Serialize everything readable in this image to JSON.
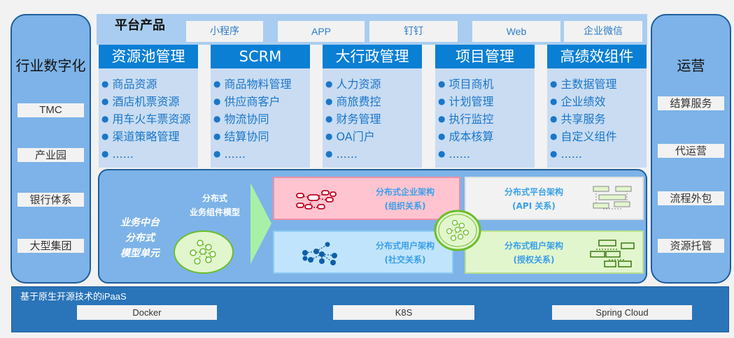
{
  "left_panel": {
    "title": "行业数字化",
    "tags": [
      "TMC",
      "产业园",
      "银行体系",
      "大型集团"
    ]
  },
  "right_panel": {
    "title": "运营",
    "tags": [
      "结算服务",
      "代运营",
      "流程外包",
      "资源托管"
    ]
  },
  "platform": {
    "title": "平台产品",
    "channels": [
      "小程序",
      "APP",
      "钉钉",
      "Web",
      "企业微信"
    ]
  },
  "columns": [
    {
      "title": "资源池管理",
      "items": [
        "商品资源",
        "酒店机票资源",
        "用车火车票资源",
        "渠道策略管理",
        "......"
      ]
    },
    {
      "title": "SCRM",
      "items": [
        "商品物料管理",
        "供应商客户",
        "物流协同",
        "结算协同",
        "......"
      ]
    },
    {
      "title": "大行政管理",
      "items": [
        "人力资源",
        "商旅费控",
        "财务管理",
        "OA门户",
        "......"
      ]
    },
    {
      "title": "项目管理",
      "items": [
        "项目商机",
        "计划管理",
        "执行监控",
        "成本核算",
        "......"
      ]
    },
    {
      "title": "高绩效组件",
      "items": [
        "主数据管理",
        "企业绩效",
        "共享服务",
        "自定义组件",
        "......"
      ]
    }
  ],
  "middle": {
    "biz_unit": [
      "业务中台",
      "分布式",
      "模型单元"
    ],
    "model_label": [
      "分布式",
      "业务组件模型"
    ],
    "architectures": [
      {
        "title": "分布式企业架构",
        "subtitle": "(组织关系)"
      },
      {
        "title": "分布式用户架构",
        "subtitle": "(社交关系)"
      },
      {
        "title": "分布式平台架构",
        "subtitle": "(API 关系)"
      },
      {
        "title": "分布式租户架构",
        "subtitle": "(授权关系)"
      }
    ]
  },
  "ipaas": {
    "title": "基于原生开源技术的iPaaS",
    "techs": [
      "Docker",
      "K8S",
      "Spring Cloud"
    ]
  },
  "colors": {
    "side_panel": "#7db3e8",
    "column_header": "#0a7fd4",
    "column_body": "#c9dcf2",
    "ipaas_bg": "#2a74b9",
    "enterprise_arch": "#ffc4d0",
    "user_arch": "#c0e4fb",
    "platform_arch": "#f2f2f2",
    "tenant_arch": "#e2f6cd"
  }
}
